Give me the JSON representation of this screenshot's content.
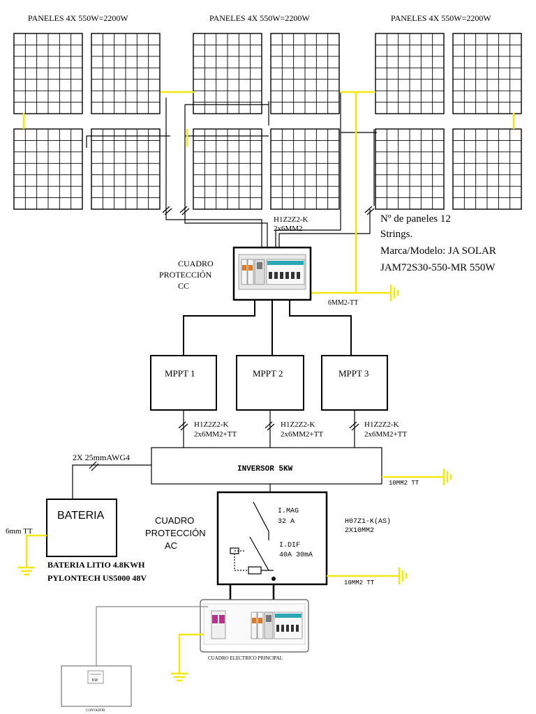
{
  "colors": {
    "line": "#000000",
    "cable": "#f2e80f",
    "ground": "#f2e80f",
    "panel_cell_border": "#000000",
    "breaker_orange": "#e07a1f",
    "breaker_teal": "#2aa6b5",
    "breaker_magenta": "#b5338a"
  },
  "arrays": [
    {
      "label": "PANELES 4X 550W=2200W"
    },
    {
      "label": "PANELES 4X 550W=2200W"
    },
    {
      "label": "PANELES 4X 550W=2200W"
    }
  ],
  "dc_cable": {
    "line1": "H1Z2Z2-K",
    "line2": "2x6MM2"
  },
  "panel_info": {
    "line1": "Nº de paneles 12",
    "line2": "Strings.",
    "line3": "Marca/Modelo: JA SOLAR",
    "line4": "JAM72S30-550-MR  550W"
  },
  "cc_box": {
    "line1": "CUADRO",
    "line2": "PROTECCIÓN",
    "line3": "CC",
    "ground_label": "6MM2-TT"
  },
  "mppt": [
    {
      "label": "MPPT 1",
      "cable1": "H1Z2Z2-K",
      "cable2": "2x6MM2+TT"
    },
    {
      "label": "MPPT 2",
      "cable1": "H1Z2Z2-K",
      "cable2": "2x6MM2+TT"
    },
    {
      "label": "MPPT 3",
      "cable1": "H1Z2Z2-K",
      "cable2": "2x6MM2+TT"
    }
  ],
  "inverter": {
    "label": "INVERSOR 5KW",
    "ground_label": "10MM2 TT"
  },
  "battery": {
    "label": "BATERIA",
    "cable": "2X 25mmAWG4",
    "ground_label": "6mm TT",
    "desc1": "BATERIA LITIO 4.8KWH",
    "desc2": "PYLONTECH US5000 48V"
  },
  "ac_box": {
    "line1": "CUADRO",
    "line2": "PROTECCIÓN",
    "line3": "AC",
    "mag_label": "I.MAG",
    "mag_value": "32 A",
    "dif_label": "I.DIF",
    "dif_value": "40A 30mA",
    "cable1": "H07Z1-K(AS)",
    "cable2": "2X10MM2",
    "ground_label": "10MM2 TT"
  },
  "main_panel": {
    "label": "CUADRO ELECTRICO PRINCIPAL"
  },
  "meter": {
    "label": "CONTADOR",
    "screen": "KW"
  }
}
